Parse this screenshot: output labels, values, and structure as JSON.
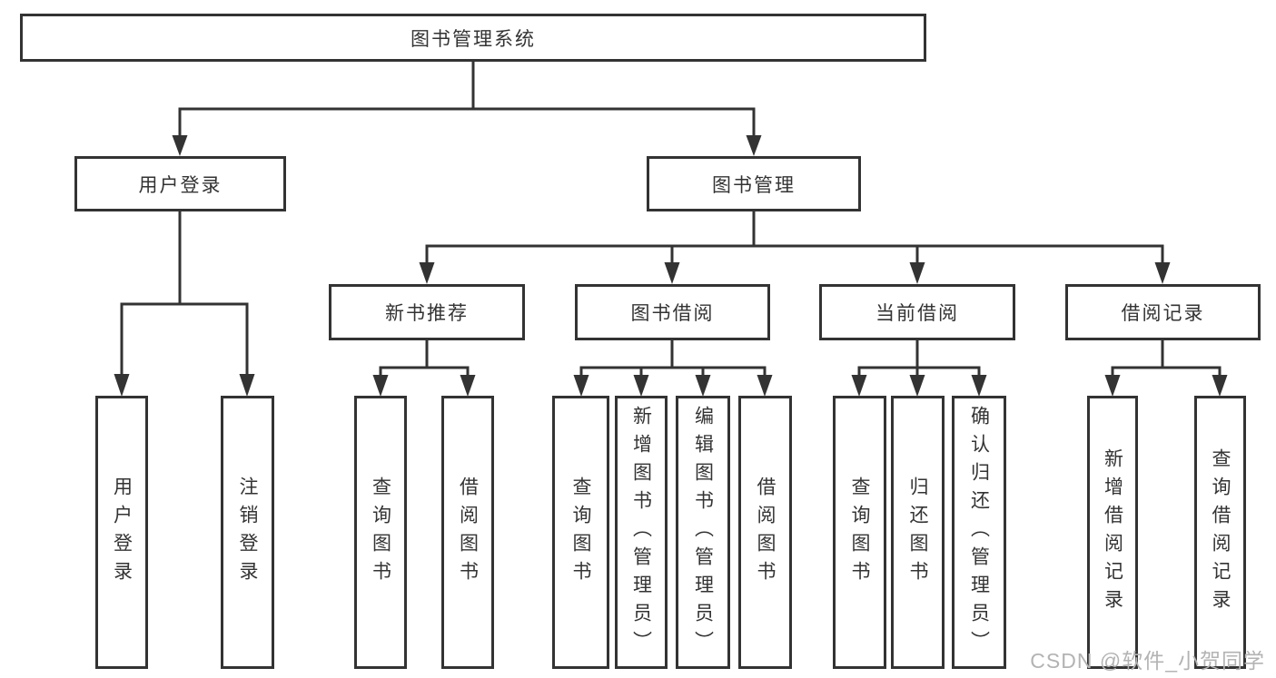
{
  "diagram": {
    "root": {
      "label": "图书管理系统",
      "children": [
        {
          "label": "用户登录",
          "children": [
            {
              "label": "用户登录"
            },
            {
              "label": "注销登录"
            }
          ]
        },
        {
          "label": "图书管理",
          "children": [
            {
              "label": "新书推荐",
              "children": [
                {
                  "label": "查询图书"
                },
                {
                  "label": "借阅图书"
                }
              ]
            },
            {
              "label": "图书借阅",
              "children": [
                {
                  "label": "查询图书"
                },
                {
                  "label": "新增图书（管理员）"
                },
                {
                  "label": "编辑图书（管理员）"
                },
                {
                  "label": "借阅图书"
                }
              ]
            },
            {
              "label": "当前借阅",
              "children": [
                {
                  "label": "查询图书"
                },
                {
                  "label": "归还图书"
                },
                {
                  "label": "确认归还（管理员）"
                }
              ]
            },
            {
              "label": "借阅记录",
              "children": [
                {
                  "label": "新增借阅记录"
                },
                {
                  "label": "查询借阅记录"
                }
              ]
            }
          ]
        }
      ]
    }
  },
  "watermark": {
    "text": "CSDN @软件_小贺同学"
  },
  "colors": {
    "line": "#333333",
    "text": "#333333",
    "box_background": "#ffffff",
    "watermark": "#b3b3b3"
  }
}
